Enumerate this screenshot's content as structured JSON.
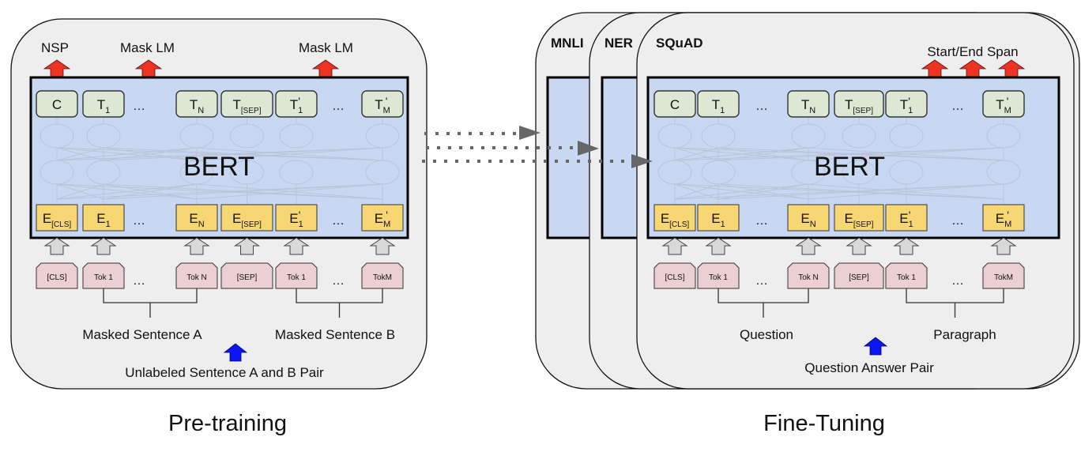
{
  "pretraining": {
    "caption": "Pre-training",
    "outputs": {
      "nsp": "NSP",
      "mask_lm_1": "Mask LM",
      "mask_lm_2": "Mask LM"
    },
    "model_label": "BERT",
    "t_boxes": [
      {
        "main": "C",
        "sub": "",
        "prime": ""
      },
      {
        "main": "T",
        "sub": "1",
        "prime": ""
      },
      {
        "main": "…",
        "sub": "",
        "prime": "",
        "ellipsis": true
      },
      {
        "main": "T",
        "sub": "N",
        "prime": ""
      },
      {
        "main": "T",
        "sub": "[SEP]",
        "prime": ""
      },
      {
        "main": "T",
        "sub": "1",
        "prime": "'"
      },
      {
        "main": "…",
        "sub": "",
        "prime": "",
        "ellipsis": true
      },
      {
        "main": "T",
        "sub": "M",
        "prime": "'"
      }
    ],
    "e_boxes": [
      {
        "main": "E",
        "sub": "[CLS]",
        "prime": ""
      },
      {
        "main": "E",
        "sub": "1",
        "prime": ""
      },
      {
        "main": "…",
        "sub": "",
        "prime": "",
        "ellipsis": true
      },
      {
        "main": "E",
        "sub": "N",
        "prime": ""
      },
      {
        "main": "E",
        "sub": "[SEP]",
        "prime": ""
      },
      {
        "main": "E",
        "sub": "1",
        "prime": "'"
      },
      {
        "main": "…",
        "sub": "",
        "prime": "",
        "ellipsis": true
      },
      {
        "main": "E",
        "sub": "M",
        "prime": "'"
      }
    ],
    "tokens": [
      "[CLS]",
      "Tok 1",
      "…",
      "Tok N",
      "[SEP]",
      "Tok 1",
      "…",
      "TokM"
    ],
    "segment_a": "Masked Sentence A",
    "segment_b": "Masked Sentence B",
    "input_label": "Unlabeled Sentence A and B Pair"
  },
  "finetuning": {
    "caption": "Fine-Tuning",
    "tasks": [
      "MNLI",
      "NER",
      "SQuAD"
    ],
    "output_label": "Start/End Span",
    "model_label": "BERT",
    "t_boxes": [
      {
        "main": "C",
        "sub": "",
        "prime": ""
      },
      {
        "main": "T",
        "sub": "1",
        "prime": ""
      },
      {
        "main": "…",
        "sub": "",
        "prime": "",
        "ellipsis": true
      },
      {
        "main": "T",
        "sub": "N",
        "prime": ""
      },
      {
        "main": "T",
        "sub": "[SEP]",
        "prime": ""
      },
      {
        "main": "T",
        "sub": "1",
        "prime": "'"
      },
      {
        "main": "…",
        "sub": "",
        "prime": "",
        "ellipsis": true
      },
      {
        "main": "T",
        "sub": "M",
        "prime": "'"
      }
    ],
    "e_boxes": [
      {
        "main": "E",
        "sub": "[CLS]",
        "prime": ""
      },
      {
        "main": "E",
        "sub": "1",
        "prime": ""
      },
      {
        "main": "…",
        "sub": "",
        "prime": "",
        "ellipsis": true
      },
      {
        "main": "E",
        "sub": "N",
        "prime": ""
      },
      {
        "main": "E",
        "sub": "[SEP]",
        "prime": ""
      },
      {
        "main": "E",
        "sub": "1",
        "prime": "'"
      },
      {
        "main": "…",
        "sub": "",
        "prime": "",
        "ellipsis": true
      },
      {
        "main": "E",
        "sub": "M",
        "prime": "'"
      }
    ],
    "tokens": [
      "[CLS]",
      "Tok 1",
      "…",
      "Tok N",
      "[SEP]",
      "Tok 1",
      "…",
      "TokM"
    ],
    "segment_a": "Question",
    "segment_b": "Paragraph",
    "input_label": "Question Answer Pair"
  },
  "colors": {
    "panel": "#eeeeee",
    "bert": "#c9d8f2",
    "t_box": "#dde8d4",
    "e_box": "#f7d774",
    "token_box": "#eccfd3",
    "output_arrow": "#ee3322",
    "input_arrow": "#0a14f5",
    "transfer_arrow": "#666666"
  }
}
